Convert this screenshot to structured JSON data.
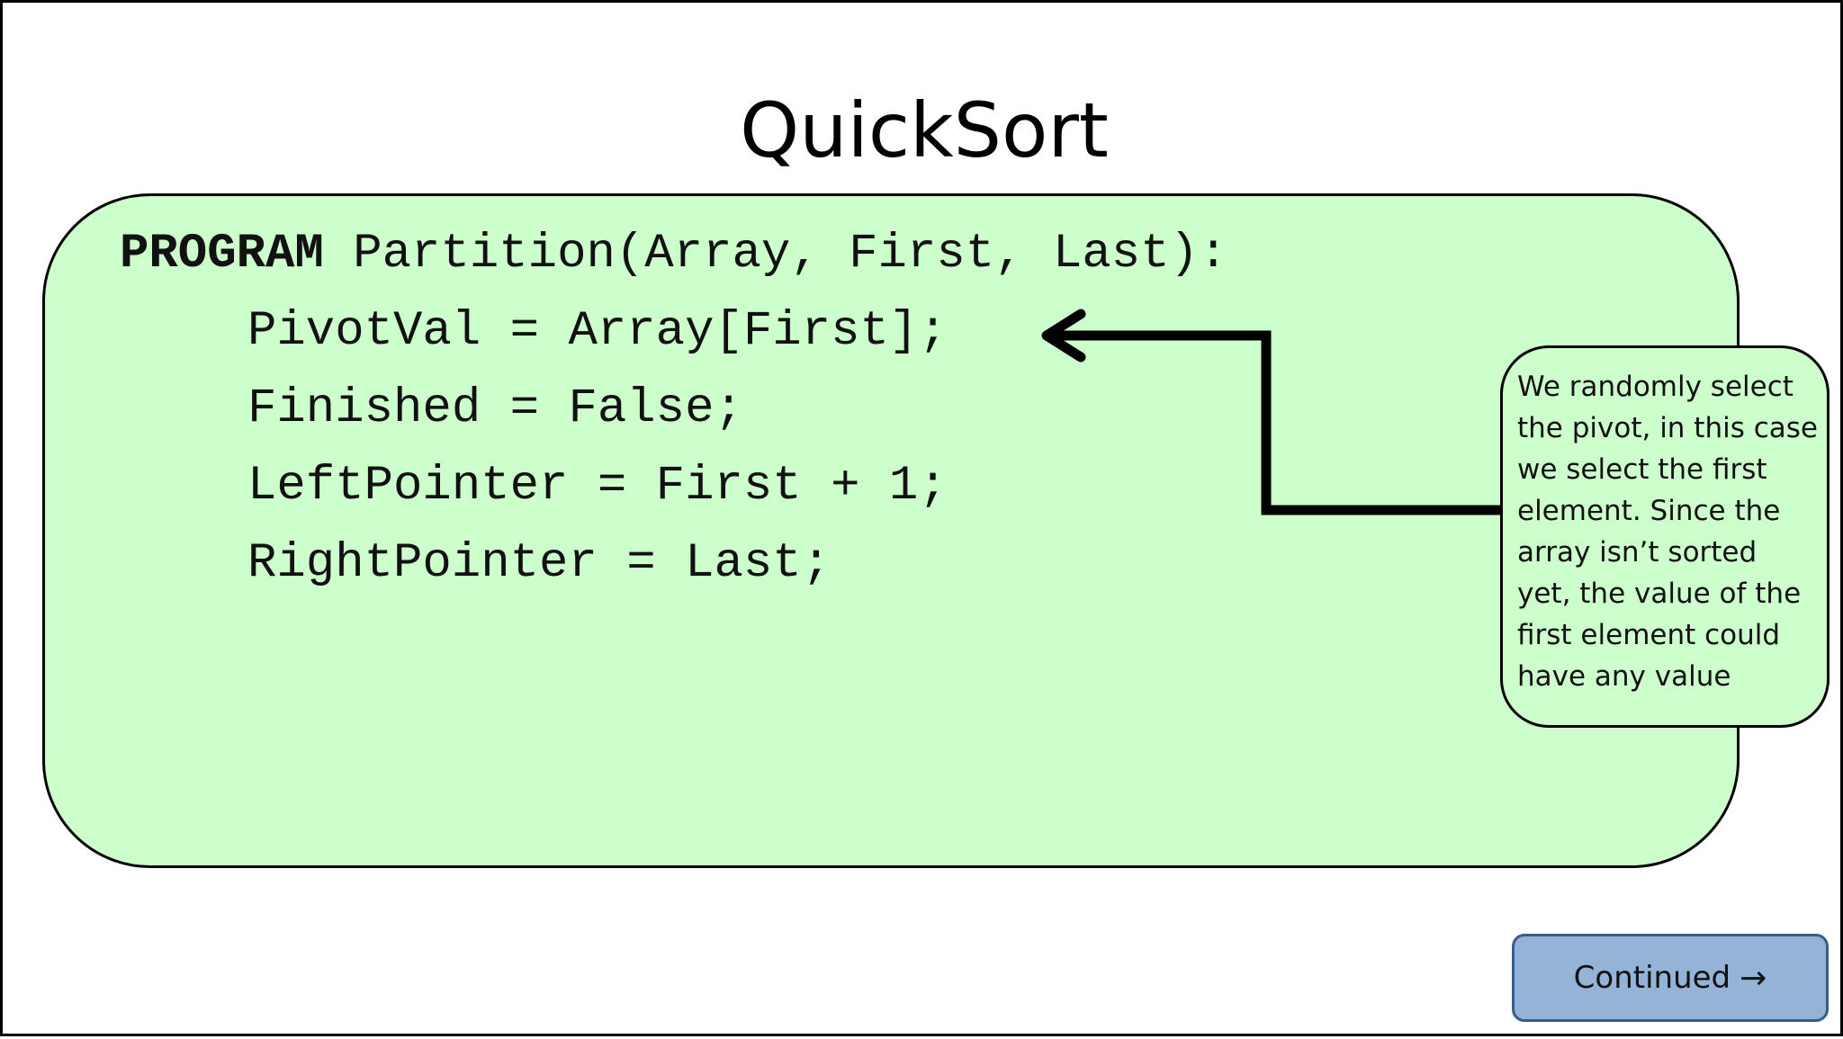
{
  "slide": {
    "title": "QuickSort"
  },
  "code": {
    "keyword": "PROGRAM",
    "signature": "Partition(Array, First, Last):",
    "lines": [
      "PivotVal = Array[First];",
      "Finished = False;",
      "LeftPointer = First + 1;",
      "RightPointer = Last;"
    ]
  },
  "callout": {
    "text": "We randomly select the pivot, in this case we select the first element. Since the array isn’t sorted yet, the value of the first element could have any value"
  },
  "nav": {
    "continue_label": "Continued",
    "continue_icon": "→"
  },
  "colors": {
    "code_box_fill": "#ccffcc",
    "button_fill": "#95b3d7",
    "button_border": "#385d8a"
  }
}
